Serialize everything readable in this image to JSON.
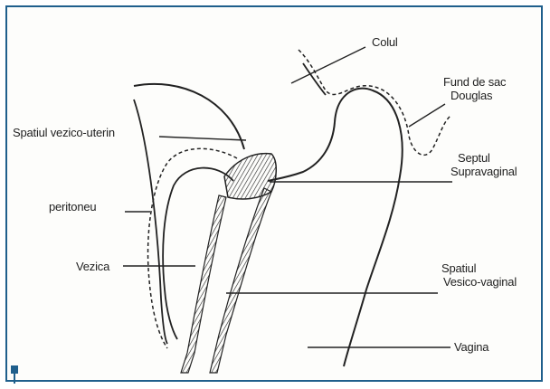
{
  "labels": {
    "colul": "Colul",
    "fund_de_sac_1": "Fund de sac",
    "fund_de_sac_2": "Douglas",
    "spatiul_vezico_uterin": "Spatiul vezico-uterin",
    "septul_1": "Septul",
    "septul_2": "Supravaginal",
    "peritoneu": "peritoneu",
    "vezica": "Vezica",
    "spatiul_vv_1": "Spatiul",
    "spatiul_vv_2": "Vesico-vaginal",
    "vagina": "Vagina"
  },
  "colors": {
    "frame": "#1f5f8c",
    "ink": "#222222"
  }
}
